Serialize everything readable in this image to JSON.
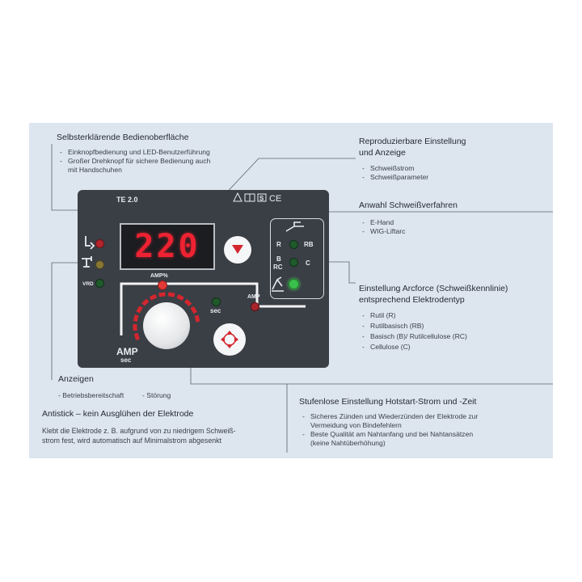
{
  "callouts": {
    "ui": {
      "heading": "Selbsterklärende Bedienoberfläche",
      "items": [
        "Einknopfbedienung und LED-Benutzerführung",
        "Großer Drehknopf für sichere Bedienung auch",
        "mit Handschuhen"
      ]
    },
    "repro": {
      "heading_line1": "Reproduzierbare Einstellung",
      "heading_line2": "und Anzeige",
      "items": [
        "Schweißstrom",
        "Schweißparameter"
      ]
    },
    "process": {
      "heading": "Anwahl Schweißverfahren",
      "items": [
        "E-Hand",
        "WIG-Liftarc"
      ]
    },
    "arcforce": {
      "heading_line1": "Einstellung Arcforce (Schweißkennlinie)",
      "heading_line2": "entsprechend Elektrodentyp",
      "items": [
        "Rutil (R)",
        "Rutilbasisch (RB)",
        "Basisch (B)/ Rutilcellulose (RC)",
        "Cellulose (C)"
      ]
    },
    "displays": {
      "heading": "Anzeigen",
      "item1": "Betriebsbereitschaft",
      "item2": "Störung"
    },
    "antistick": {
      "heading": "Antistick – kein Ausglühen der Elektrode",
      "text_line1": "Klebt die Elektrode z. B. aufgrund von zu niedrigem Schweiß-",
      "text_line2": "strom fest, wird automatisch auf Minimalstrom abgesenkt"
    },
    "hotstart": {
      "heading": "Stufenlose Einstellung Hotstart-Strom und -Zeit",
      "items": [
        "Sicheres Zünden und Wiederzünden der Elektrode zur",
        "Vermeidung von Bindefehlern",
        "Beste Qualität am Nahtanfang und bei Nahtansätzen",
        "(keine Nahtüberhöhung)"
      ]
    }
  },
  "panel": {
    "model": "TE 2.0",
    "display_value": "220",
    "vrd_label": "VRD",
    "amp_percent_label": "AMP%",
    "sec_label": "sec",
    "amp_label": "AMP",
    "amp_knob_label": "AMP",
    "sec_knob_label": "sec",
    "electrode_labels": {
      "r": "R",
      "rb": "RB",
      "b": "B",
      "rc": "RC",
      "c": "C"
    },
    "colors": {
      "panel": "#3a3e45",
      "display": "#ee2232",
      "led_red": "#c8242c",
      "led_green": "#39b54a",
      "led_amber": "#8a7a3a"
    }
  }
}
